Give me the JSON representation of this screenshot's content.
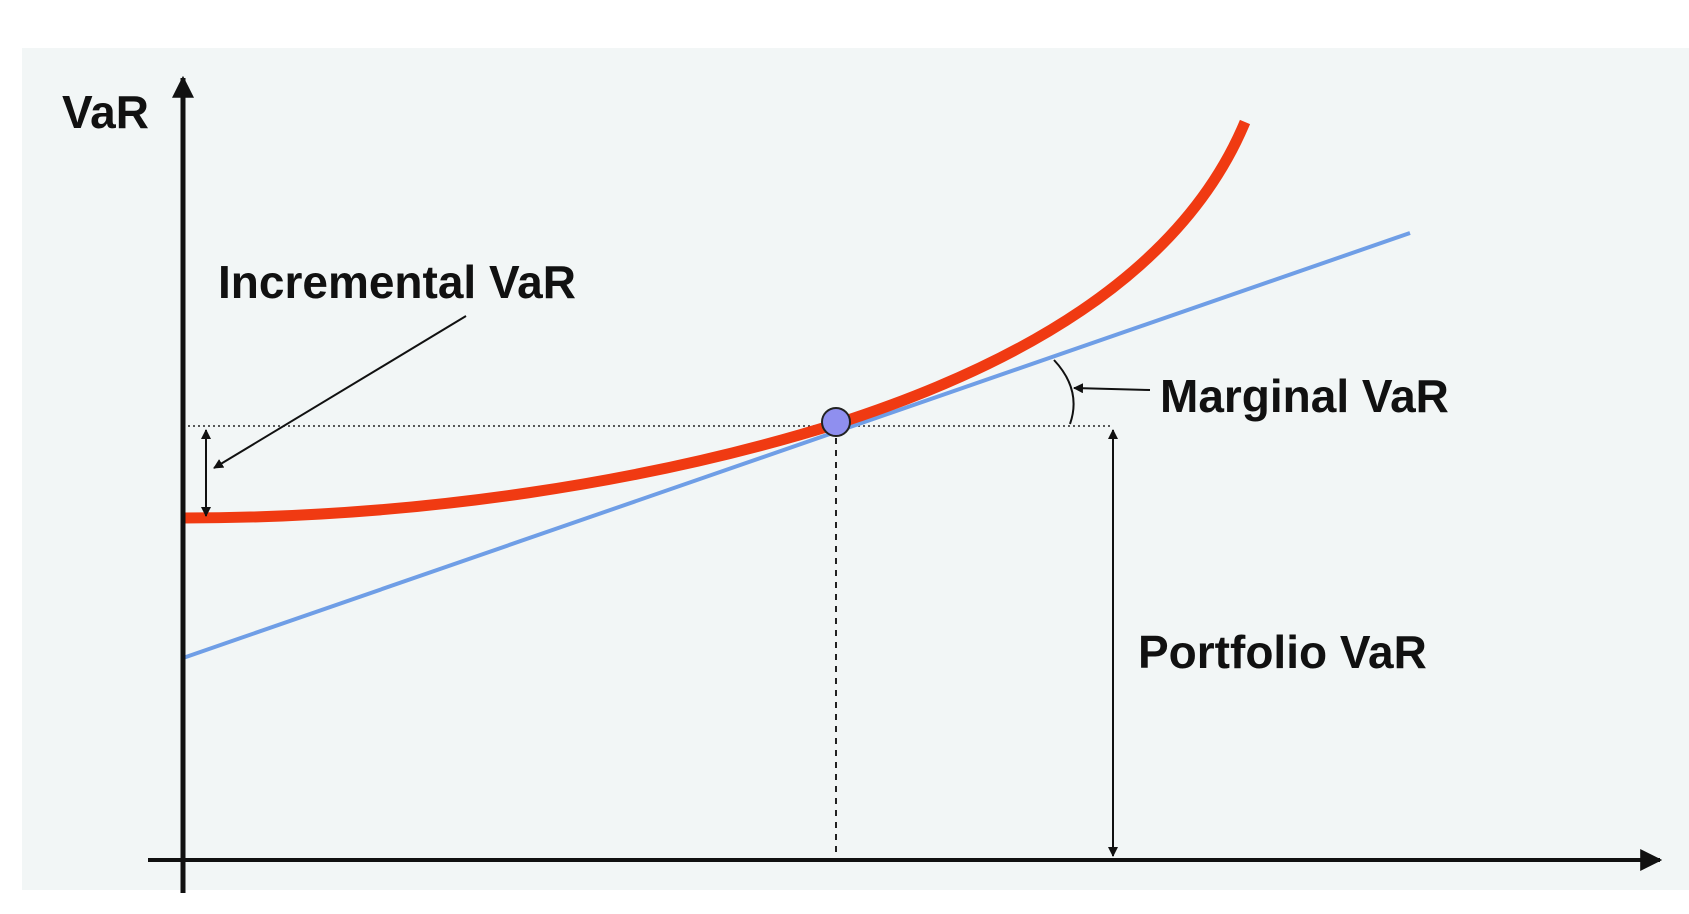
{
  "diagram": {
    "y_axis_label": "VaR",
    "labels": {
      "incremental": "Incremental VaR",
      "marginal": "Marginal VaR",
      "portfolio": "Portfolio VaR"
    },
    "colors": {
      "panel_background": "#f2f6f6",
      "var_curve": "#f03a12",
      "tangent_line": "#6f9ee6",
      "tangent_point": "#8f8fef",
      "axes": "#111111"
    }
  }
}
